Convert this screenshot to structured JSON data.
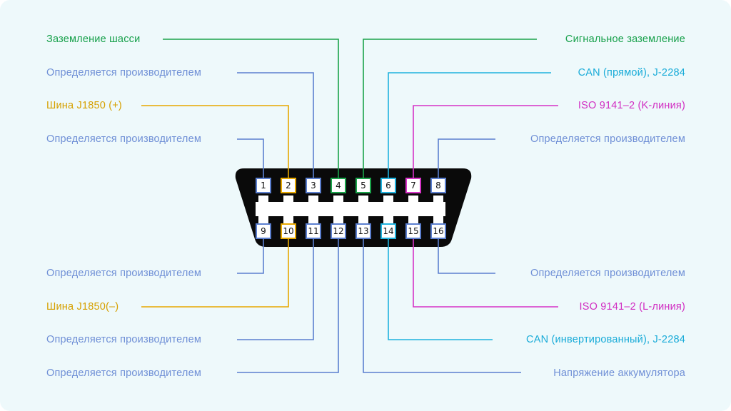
{
  "colors": {
    "background": "#eef9fb",
    "connector": "#0a0a0a",
    "green": "#1aa34a",
    "blue": "#5b7fcf",
    "amber": "#e7a800",
    "cyan": "#1fb2de",
    "magenta": "#d633c7",
    "label_green": "#16a04a",
    "label_blue": "#6f8fd6",
    "label_amber": "#d6a000",
    "label_cyan": "#18abd8",
    "label_magenta": "#d12dc2"
  },
  "pins": [
    {
      "number": "1",
      "color": "blue"
    },
    {
      "number": "2",
      "color": "amber"
    },
    {
      "number": "3",
      "color": "blue"
    },
    {
      "number": "4",
      "color": "green"
    },
    {
      "number": "5",
      "color": "green"
    },
    {
      "number": "6",
      "color": "cyan"
    },
    {
      "number": "7",
      "color": "magenta"
    },
    {
      "number": "8",
      "color": "blue"
    },
    {
      "number": "9",
      "color": "blue"
    },
    {
      "number": "10",
      "color": "amber"
    },
    {
      "number": "11",
      "color": "blue"
    },
    {
      "number": "12",
      "color": "blue"
    },
    {
      "number": "13",
      "color": "blue"
    },
    {
      "number": "14",
      "color": "cyan"
    },
    {
      "number": "15",
      "color": "blue"
    },
    {
      "number": "16",
      "color": "blue"
    }
  ],
  "labels": {
    "pin1": "Определяется производителем",
    "pin2": "Шина J1850 (+)",
    "pin3": "Определяется производителем",
    "pin4": "Заземление шасси",
    "pin5": "Сигнальное заземление",
    "pin6": "CAN (прямой), J-2284",
    "pin7": "ISO 9141–2 (K-линия)",
    "pin8": "Определяется производителем",
    "pin9": "Определяется производителем",
    "pin10": "Шина J1850(–)",
    "pin11": "Определяется производителем",
    "pin12": "Определяется производителем",
    "pin13": "Напряжение аккумулятора",
    "pin14": "CAN (инвертированный), J-2284",
    "pin15": "ISO 9141–2 (L-линия)",
    "pin16": "Определяется производителем"
  }
}
